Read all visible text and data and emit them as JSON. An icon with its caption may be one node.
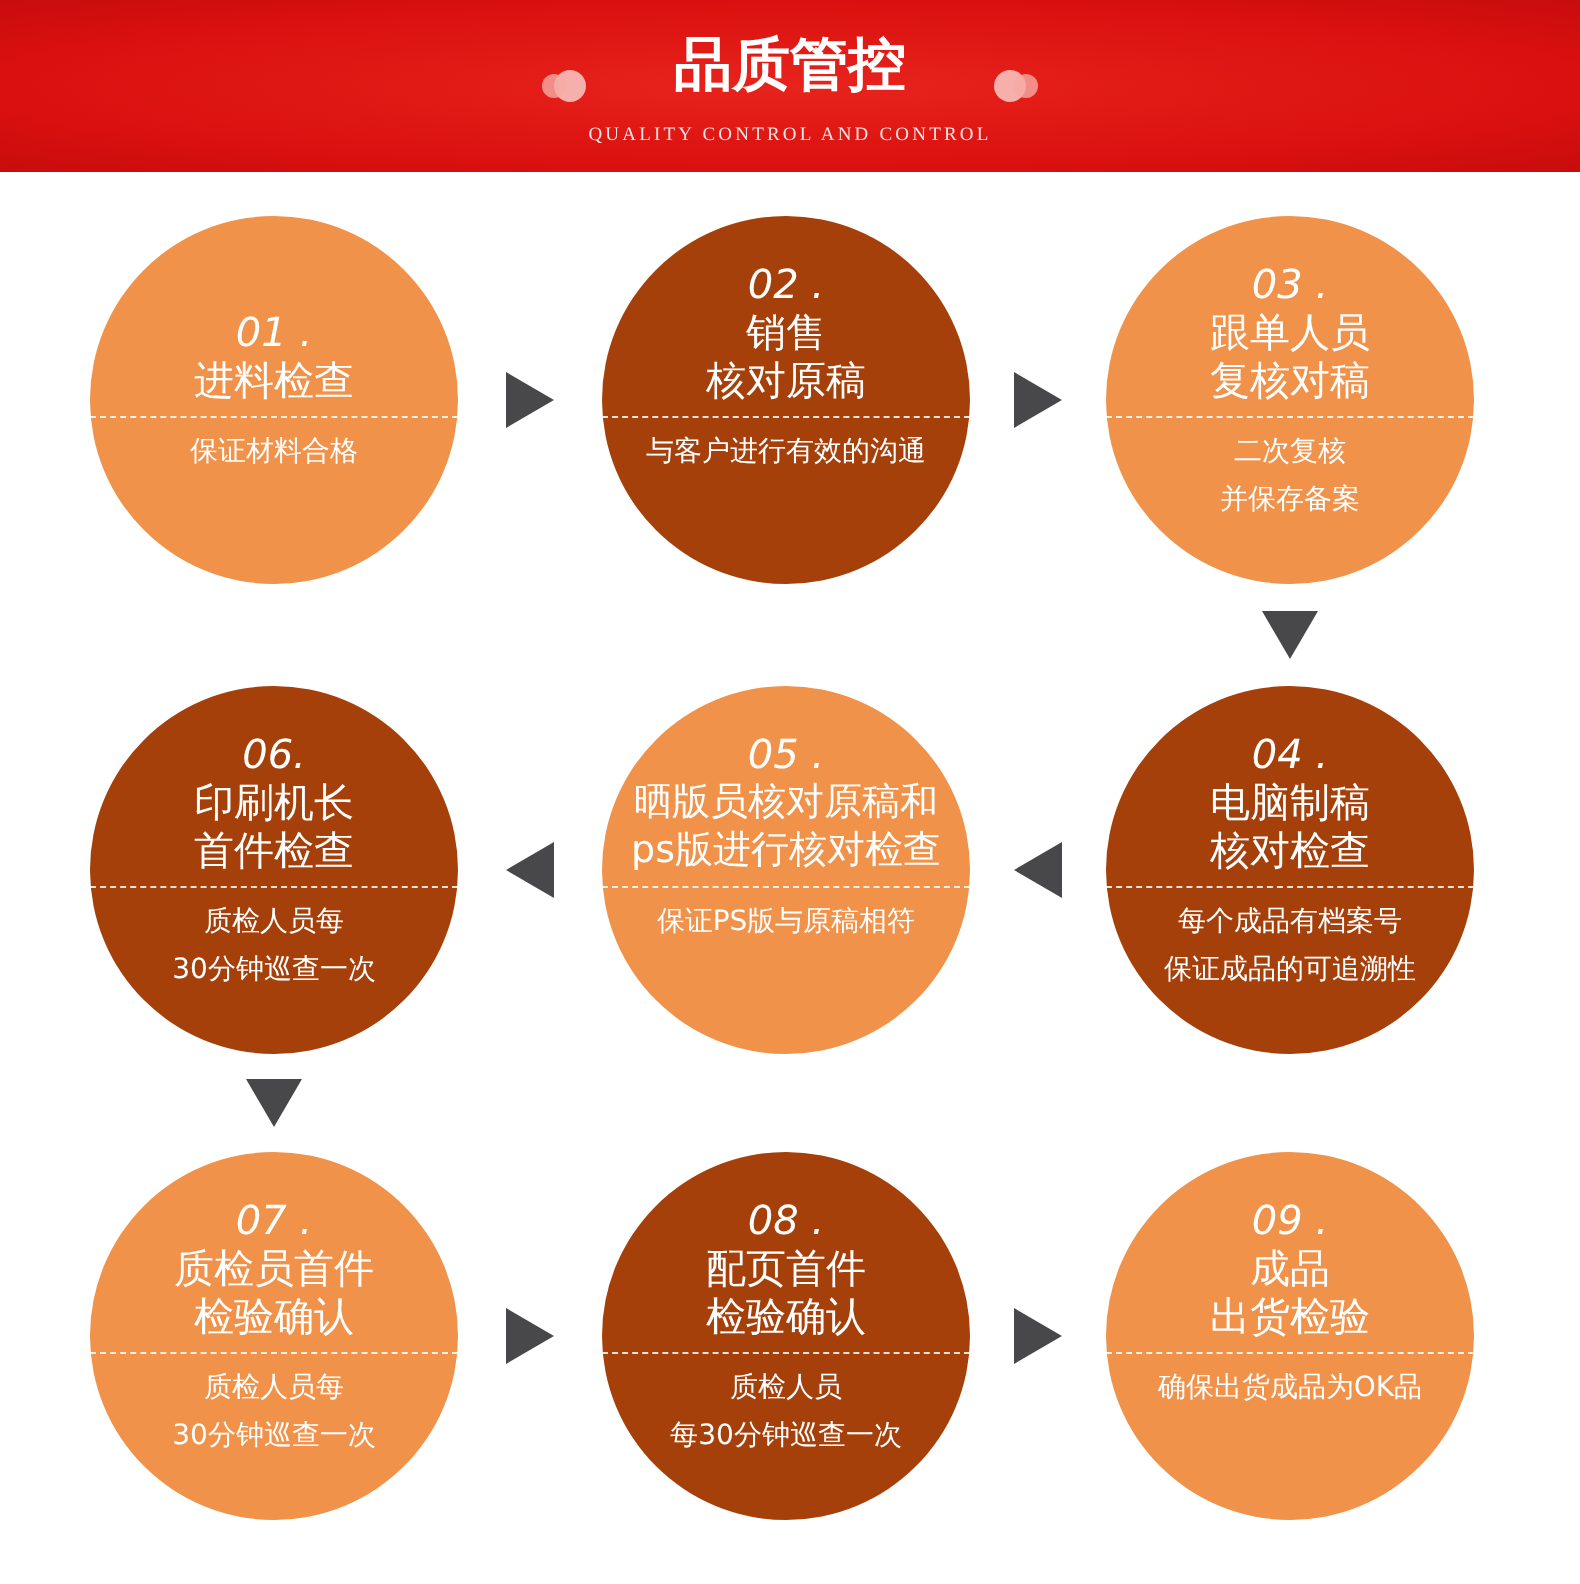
{
  "diagram": {
    "title": "品质管控",
    "labels": [
      "QUALITY CONTROL AND CONTROL"
    ],
    "nodes": [
      {
        "text": [
          "01 .",
          "进料检查",
          "保证材料合格"
        ]
      },
      {
        "text": [
          "02 .",
          "销售核对原稿",
          "与客户进行有效的沟通"
        ]
      },
      {
        "text": [
          "03 .",
          "跟单人员复核对稿",
          "二次复核并保存备案"
        ]
      },
      {
        "text": [
          "04 .",
          "电脑制稿核对检查",
          "每个成品有档案号保证成品的可追溯性"
        ]
      },
      {
        "text": [
          "05 .",
          "晒版员核对原稿和ps版进行核对检查",
          "保证PS版与原稿相符"
        ]
      },
      {
        "text": [
          "06.",
          "印刷机长首件检查",
          "质检人员每30分钟巡查一次"
        ]
      },
      {
        "text": [
          "07 .",
          "质检员首件检验确认",
          "质检人员每30分钟巡查一次"
        ]
      },
      {
        "text": [
          "08 .",
          "配页首件检验确认",
          "质检人员每30分钟巡查一次"
        ]
      },
      {
        "text": [
          "09 .",
          "成品出货检验",
          "确保出货成品为OK品"
        ]
      }
    ],
    "edges": [
      {
        "from": 0,
        "to": 1,
        "arrow": "to"
      },
      {
        "from": 1,
        "to": 2,
        "arrow": "to"
      },
      {
        "from": 2,
        "to": 3,
        "arrow": "to"
      },
      {
        "from": 3,
        "to": 4,
        "arrow": "to"
      },
      {
        "from": 4,
        "to": 5,
        "arrow": "to"
      },
      {
        "from": 5,
        "to": 6,
        "arrow": "to"
      },
      {
        "from": 6,
        "to": 7,
        "arrow": "to"
      },
      {
        "from": 7,
        "to": 8,
        "arrow": "to"
      }
    ]
  }
}
